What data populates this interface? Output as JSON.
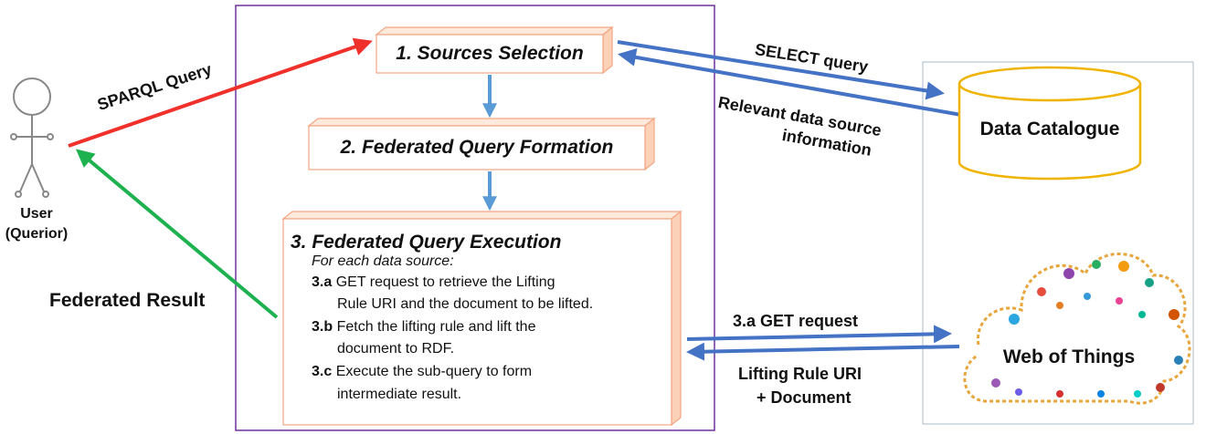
{
  "user": {
    "label_line1": "User",
    "label_line2": "(Querior)"
  },
  "federated_result": "Federated Result",
  "sparql_query": "SPARQL Query",
  "steps": {
    "s1": "1. Sources Selection",
    "s2": "2. Federated Query Formation",
    "s3_title": "3. Federated Query Execution",
    "s3_for_each": "For each data source:",
    "s3a_tag": "3.a",
    "s3a_line1": "GET request to retrieve the Lifting",
    "s3a_line2": "Rule URI and the document to be lifted.",
    "s3b_tag": "3.b",
    "s3b_line1": "Fetch the lifting rule and lift the",
    "s3b_line2": "document to RDF.",
    "s3c_tag": "3.c",
    "s3c_line1": "Execute the sub-query to form",
    "s3c_line2": "intermediate result."
  },
  "edges": {
    "select_query": "SELECT query",
    "relevant_line1": "Relevant data source",
    "relevant_line2": "information",
    "get_request": "3.a GET request",
    "lifting_line1": "Lifting Rule URI",
    "lifting_line2": "+ Document"
  },
  "data_catalogue": "Data Catalogue",
  "web_of_things": "Web of Things",
  "colors": {
    "red_arrow": "#f0302a",
    "green_arrow": "#1db14f",
    "blue_arrow": "#4472c4",
    "flow_arrow": "#5b9bd5",
    "box_border": "#f4a582",
    "box_side": "#fbd2b8",
    "mediator_border": "#7030a0",
    "panel_border": "#a9b9c9",
    "db_border": "#f0b400"
  }
}
